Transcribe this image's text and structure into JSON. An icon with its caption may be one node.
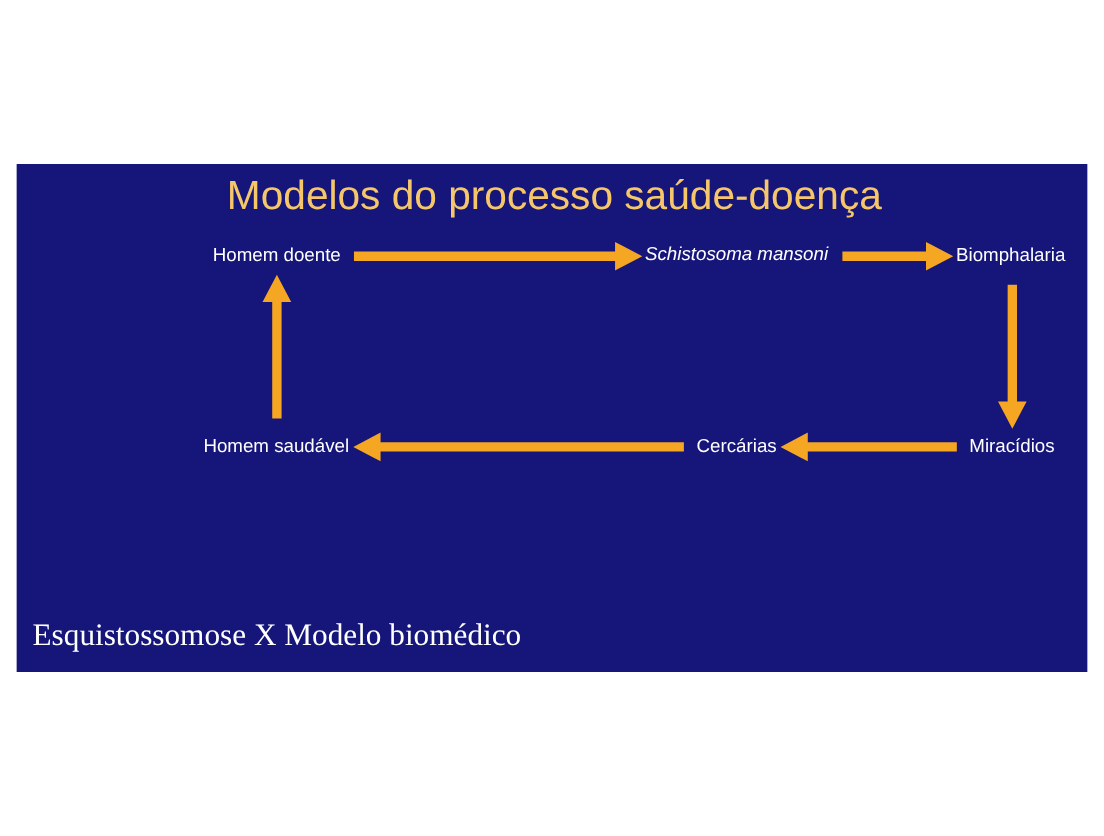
{
  "diagram": {
    "title": "Modelos do processo saúde-doença",
    "nodes": [
      {
        "text": [
          "Homem doente"
        ]
      },
      {
        "text": [
          "Schistosoma mansoni"
        ]
      },
      {
        "text": [
          "Biomphalaria"
        ]
      },
      {
        "text": [
          "Miracídios"
        ]
      },
      {
        "text": [
          "Cercárias"
        ]
      },
      {
        "text": [
          "Homem saudável"
        ]
      }
    ],
    "edges": [
      {
        "from": 0,
        "to": 1,
        "arrow": "to"
      },
      {
        "from": 1,
        "to": 2,
        "arrow": "to"
      },
      {
        "from": 2,
        "to": 3,
        "arrow": "to"
      },
      {
        "from": 3,
        "to": 4,
        "arrow": "to"
      },
      {
        "from": 4,
        "to": 5,
        "arrow": "to"
      },
      {
        "from": 5,
        "to": 0,
        "arrow": "to"
      }
    ],
    "labels": [
      "Esquistossomose X Modelo biomédico"
    ]
  }
}
